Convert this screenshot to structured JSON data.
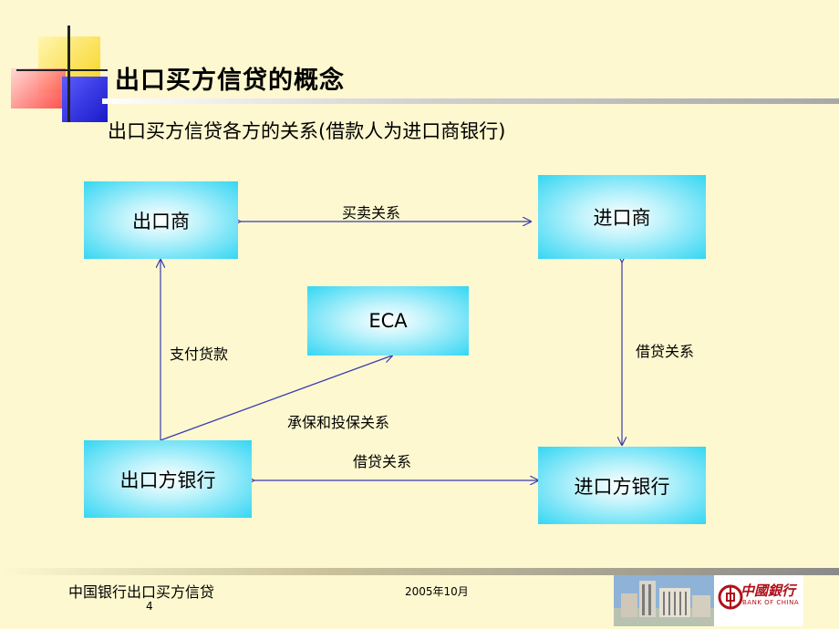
{
  "slide": {
    "title": "出口买方信贷的概念",
    "subtitle": "出口买方信贷各方的关系(借款人为进口商银行)"
  },
  "diagram": {
    "nodes": {
      "exporter": "出口商",
      "importer": "进口商",
      "eca": "ECA",
      "exporter_bank": "出口方银行",
      "importer_bank": "进口方银行"
    },
    "edges": {
      "trade": "买卖关系",
      "payment": "支付货款",
      "loan_right": "借贷关系",
      "insurance": "承保和投保关系",
      "loan_bottom": "借贷关系"
    },
    "colors": {
      "node_fill": "#35d6f3",
      "arrow": "#3a3ab0",
      "background": "#fdf8cf"
    }
  },
  "footer": {
    "left_text": "中国银行出口买方信贷",
    "page_number": "4",
    "date": "2005年10月",
    "logo_text": "中國銀行",
    "logo_sub": "BANK OF CHINA"
  }
}
